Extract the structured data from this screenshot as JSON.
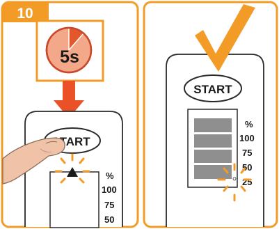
{
  "step": {
    "number": "10"
  },
  "timer": {
    "label": "5s"
  },
  "left_device": {
    "start_label": "START",
    "percent_symbol": "%",
    "levels": [
      "100",
      "75",
      "50"
    ]
  },
  "right_device": {
    "start_label": "START",
    "percent_symbol": "%",
    "levels": [
      "100",
      "75",
      "50",
      "25"
    ]
  },
  "colors": {
    "accent_orange": "#f39b27",
    "timer_fill": "#f3a889",
    "timer_slice": "#e2582c",
    "arrow_red": "#ea5126",
    "skin": "#f0c3a9",
    "battery_gray": "#8f8f8f"
  },
  "icons": [
    "checkmark-icon",
    "down-arrow-icon",
    "finger-icon",
    "battery-indicator-icon",
    "flash-rays-icon"
  ]
}
